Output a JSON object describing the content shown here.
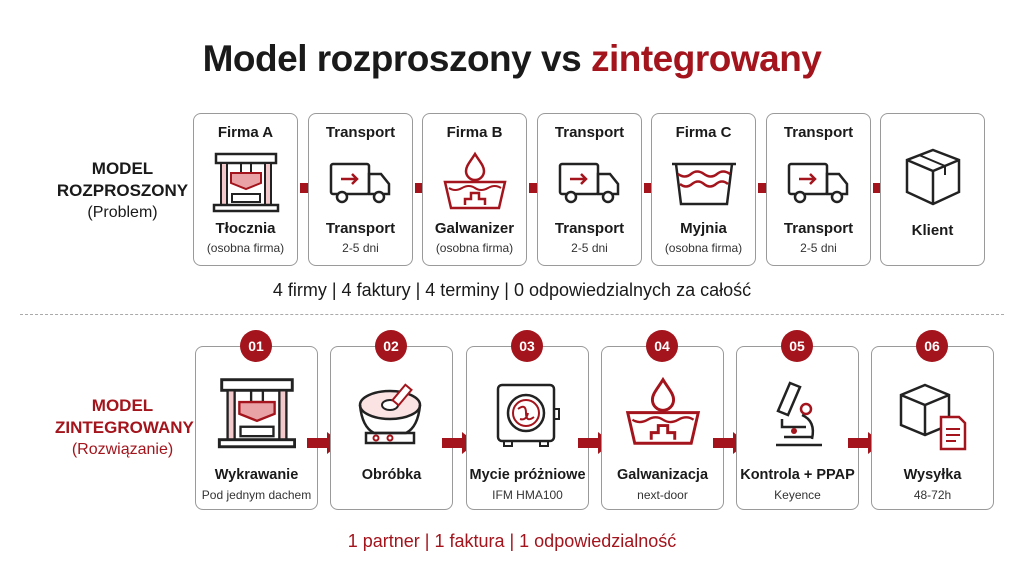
{
  "title": {
    "part1": "Model rozproszony vs ",
    "part2": "zintegrowany"
  },
  "colors": {
    "accent": "#a3141c",
    "text": "#1a1a1a"
  },
  "distributed": {
    "label_line1": "MODEL",
    "label_line2": "ROZPROSZONY",
    "label_sub": "(Problem)",
    "steps": [
      {
        "header": "Firma A",
        "icon": "press-icon",
        "name": "Tłocznia",
        "sub": "(osobna firma)"
      },
      {
        "header": "Transport",
        "icon": "truck-icon",
        "name": "Transport",
        "sub": "2-5 dni"
      },
      {
        "header": "Firma B",
        "icon": "plating-bath-icon",
        "name": "Galwanizer",
        "sub": "(osobna firma)"
      },
      {
        "header": "Transport",
        "icon": "truck-icon",
        "name": "Transport",
        "sub": "2-5 dni"
      },
      {
        "header": "Firma C",
        "icon": "washer-icon",
        "name": "Myjnia",
        "sub": "(osobna firma)"
      },
      {
        "header": "Transport",
        "icon": "truck-icon",
        "name": "Transport",
        "sub": "2-5 dni"
      },
      {
        "header": "",
        "icon": "box-icon",
        "name": "Klient",
        "sub": ""
      }
    ],
    "summary": "4 firmy | 4 faktury | 4 terminy | 0 odpowiedzialnych za całość"
  },
  "integrated": {
    "label_line1": "MODEL",
    "label_line2": "ZINTEGROWANY",
    "label_sub": "(Rozwiązanie)",
    "steps": [
      {
        "num": "01",
        "icon": "press-icon",
        "name": "Wykrawanie",
        "sub": "Pod jednym dachem"
      },
      {
        "num": "02",
        "icon": "vibratory-bowl-icon",
        "name": "Obróbka",
        "sub": ""
      },
      {
        "num": "03",
        "icon": "vacuum-washer-icon",
        "name": "Mycie próżniowe",
        "sub": "IFM HMA100"
      },
      {
        "num": "04",
        "icon": "plating-bath-icon",
        "name": "Galwanizacja",
        "sub": "next-door"
      },
      {
        "num": "05",
        "icon": "microscope-icon",
        "name": "Kontrola + PPAP",
        "sub": "Keyence"
      },
      {
        "num": "06",
        "icon": "box-document-icon",
        "name": "Wysyłka",
        "sub": "48-72h"
      }
    ],
    "summary": "1 partner | 1 faktura | 1 odpowiedzialność"
  }
}
